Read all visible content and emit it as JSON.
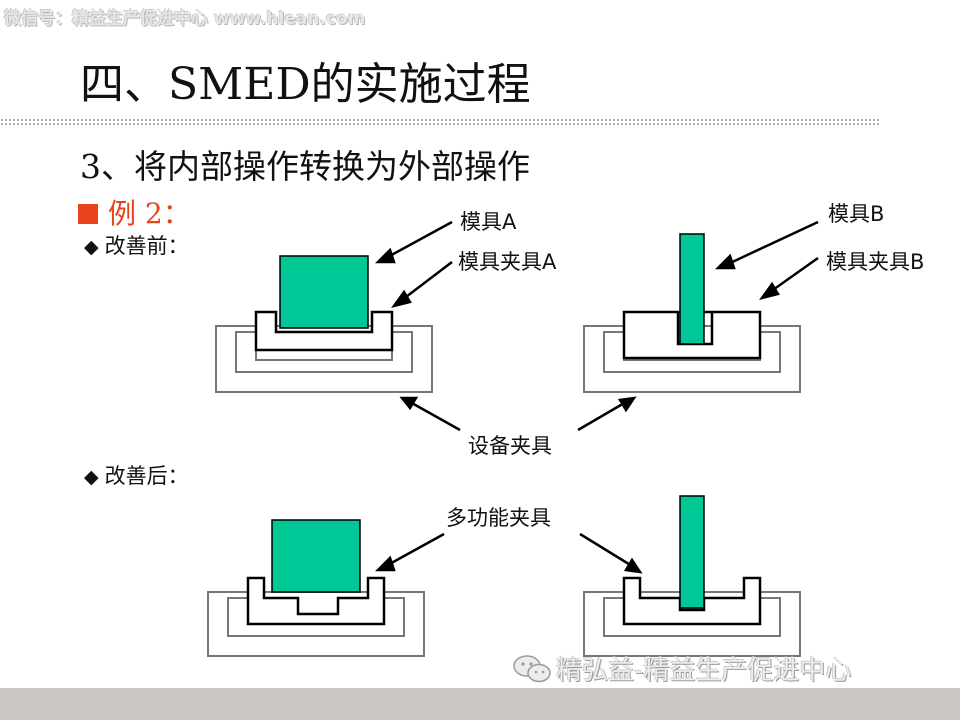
{
  "watermark_top": "微信号：精益生产促进中心 www.hlean.com",
  "title": "四、SMED的实施过程",
  "subtitle": "3、将内部操作转换为外部操作",
  "example_label": "例 2：",
  "before_label": "改善前：",
  "after_label": "改善后：",
  "labels": {
    "mold_a": "模具A",
    "mold_fixture_a": "模具夹具A",
    "mold_b": "模具B",
    "mold_fixture_b": "模具夹具B",
    "equipment_fixture": "设备夹具",
    "multi_function_fixture": "多功能夹具"
  },
  "watermark_bottom": "精弘益-精益生产促进中心",
  "colors": {
    "mold_fill": "#00c896",
    "accent_red": "#e8431c",
    "footer_band": "#c9c6c3",
    "outline": "#000000"
  }
}
